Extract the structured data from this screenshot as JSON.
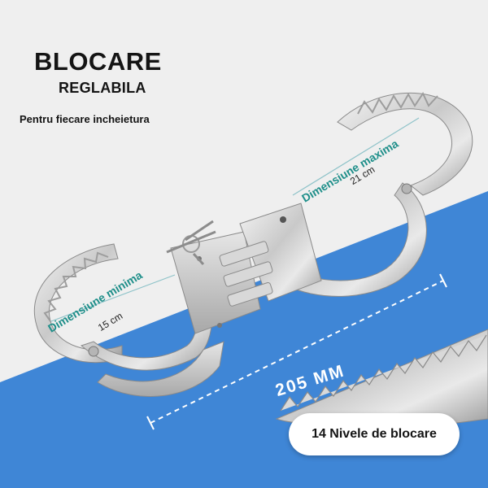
{
  "header": {
    "title": "BLOCARE",
    "subtitle": "REGLABILA",
    "tagline": "Pentru fiecare incheietura"
  },
  "dimensions": {
    "max_label": "Dimensiune maxima",
    "max_value": "21 cm",
    "min_label": "Dimensiune minima",
    "min_value": "15 cm",
    "length_value": "205 MM"
  },
  "badge": {
    "levels_label": "14 Nivele de blocare"
  },
  "colors": {
    "accent_teal": "#1f8f8a",
    "background_blue": "#3f86d6",
    "background_gray": "#efefef"
  }
}
